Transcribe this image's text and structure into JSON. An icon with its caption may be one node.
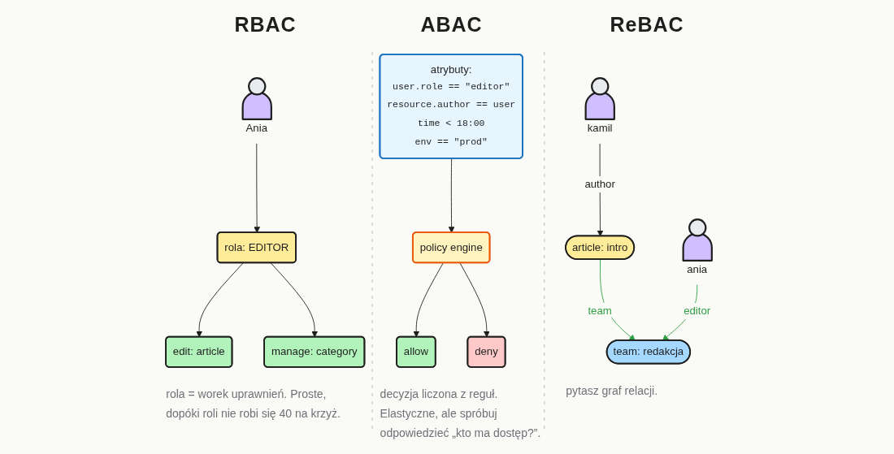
{
  "diagram": {
    "nodes": [
      {
        "text": [
          "Ania"
        ]
      },
      {
        "text": [
          "rola: EDITOR"
        ]
      },
      {
        "text": [
          "edit: article"
        ]
      },
      {
        "text": [
          "manage: category"
        ]
      },
      {
        "text": [
          "atrybuty:",
          "user.role == \"editor\"",
          "resource.author == user",
          "time < 18:00",
          "env == \"prod\""
        ]
      },
      {
        "text": [
          "policy engine"
        ]
      },
      {
        "text": [
          "allow"
        ]
      },
      {
        "text": [
          "deny"
        ]
      },
      {
        "text": [
          "kamil"
        ]
      },
      {
        "text": [
          "article: intro"
        ]
      },
      {
        "text": [
          "team: redakcja"
        ]
      },
      {
        "text": [
          "ania"
        ]
      }
    ],
    "edges": [
      {
        "from": 0,
        "to": 1,
        "arrow": "to"
      },
      {
        "from": 1,
        "to": 2,
        "arrow": "to"
      },
      {
        "from": 1,
        "to": 3,
        "arrow": "to"
      },
      {
        "from": 4,
        "to": 5,
        "arrow": "to"
      },
      {
        "from": 5,
        "to": 6,
        "arrow": "to"
      },
      {
        "from": 5,
        "to": 7,
        "arrow": "to"
      },
      {
        "from": 8,
        "to": 9,
        "arrow": "to",
        "label": "author"
      },
      {
        "from": 9,
        "to": 10,
        "arrow": "to",
        "label": "team",
        "color": "#2f9e44"
      },
      {
        "from": 11,
        "to": 10,
        "arrow": "to",
        "label": "editor",
        "color": "#2f9e44"
      }
    ],
    "labels": [
      "RBAC",
      "ABAC",
      "ReBAC",
      "rola = worek uprawnień. Proste, dopóki roli nie robi się 40 na krzyż.",
      "decyzja liczona z reguł. Elastyczne, ale spróbuj odpowiedzieć „kto ma dostęp?”.",
      "pytasz graf relacji."
    ]
  }
}
